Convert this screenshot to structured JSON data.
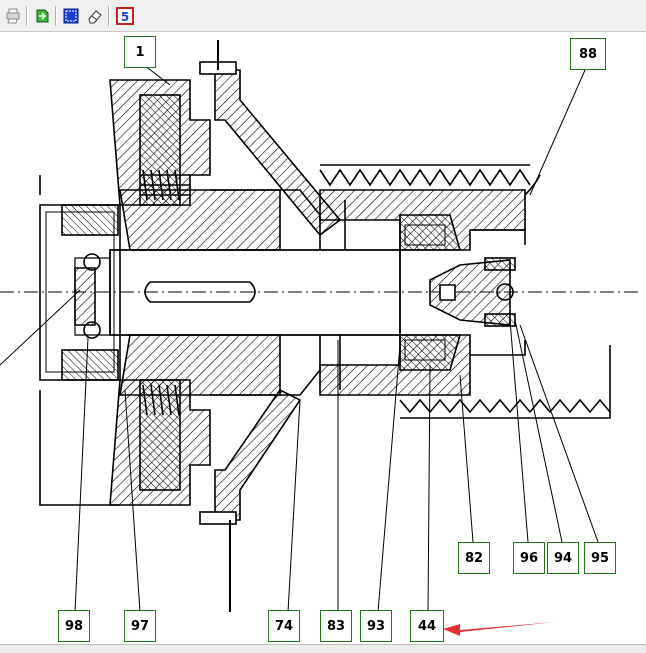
{
  "toolbar": {
    "buttons": [
      {
        "name": "print-icon",
        "color": "#9a9a9a"
      },
      {
        "name": "export-icon",
        "color": "#2b9a2b"
      },
      {
        "name": "select-region-icon",
        "color": "#1a3fd1"
      },
      {
        "name": "eraser-icon",
        "color": "#555555"
      },
      {
        "name": "app-logo-icon",
        "color": "#c41e1e"
      }
    ]
  },
  "callouts": {
    "c1": "1",
    "c88": "88",
    "c82": "82",
    "c96": "96",
    "c94": "94",
    "c95": "95",
    "c98": "98",
    "c97": "97",
    "c74": "74",
    "c83": "83",
    "c93": "93",
    "c44": "44"
  },
  "colors": {
    "label_border": "#1c7a1c",
    "drawing_stroke": "#000000",
    "arrow": "#e53030"
  }
}
